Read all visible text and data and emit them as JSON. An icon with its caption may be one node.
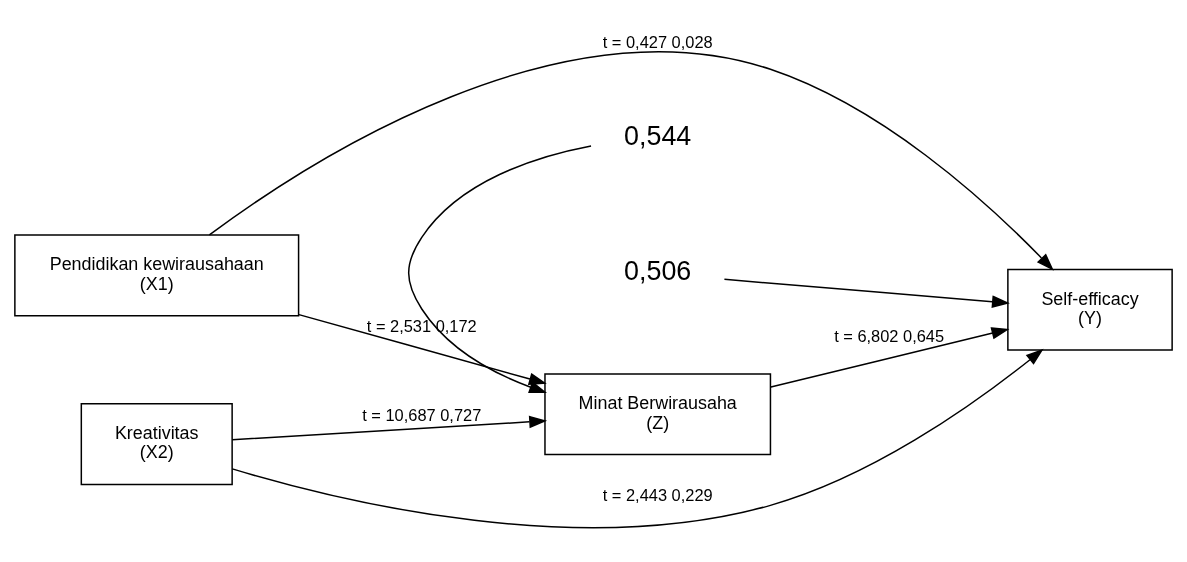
{
  "diagram": {
    "nodes": [
      {
        "text": [
          "Pendidikan kewirausahaan",
          "(X1)"
        ]
      },
      {
        "text": [
          "Minat Berwirausaha",
          "(Z)"
        ]
      },
      {
        "text": [
          "Self-efficacy",
          "(Y)"
        ]
      },
      {
        "text": [
          "Kreativitas",
          "(X2)"
        ]
      },
      {
        "text": [
          "0,544"
        ]
      },
      {
        "text": [
          "0,506"
        ]
      }
    ],
    "edges": [
      {
        "from": 0,
        "to": 2,
        "arrow": "to",
        "label": "t = 0,427 0,028"
      },
      {
        "from": 0,
        "to": 1,
        "arrow": "to",
        "label": "t = 2,531 0,172"
      },
      {
        "from": 1,
        "to": 2,
        "arrow": "to",
        "label": "t = 6,802 0,645"
      },
      {
        "from": 3,
        "to": 1,
        "arrow": "to",
        "label": "t = 10,687 0,727"
      },
      {
        "from": 3,
        "to": 2,
        "arrow": "to",
        "label": "t = 2,443 0,229"
      },
      {
        "from": 4,
        "to": 1,
        "arrow": "to"
      },
      {
        "from": 5,
        "to": 2,
        "arrow": "to"
      }
    ]
  }
}
